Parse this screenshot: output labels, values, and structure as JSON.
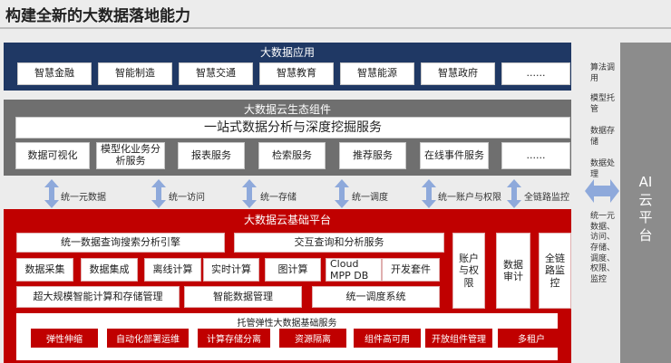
{
  "title": "构建全新的大数据落地能力",
  "app_layer": {
    "title": "大数据应用",
    "items": [
      "智慧金融",
      "智能制造",
      "智慧交通",
      "智慧教育",
      "智慧能源",
      "智慧政府",
      "......"
    ]
  },
  "eco_layer": {
    "title": "大数据云生态组件",
    "main": "一站式数据分析与深度挖掘服务",
    "items": [
      "数据可视化",
      "模型化业务分析服务",
      "报表服务",
      "检索服务",
      "推荐服务",
      "在线事件服务",
      "......"
    ]
  },
  "arrows": [
    "统一元数据",
    "统一访问",
    "统一存储",
    "统一调度",
    "统一账户与权限",
    "全链路监控"
  ],
  "platform": {
    "title": "大数据云基础平台",
    "engine": "统一数据查询搜索分析引擎",
    "interactive": "交互查询和分析服务",
    "row2": [
      "数据采集",
      "数据集成",
      "离线计算",
      "实时计算",
      "图计算",
      "Cloud MPP DB",
      "开发套件"
    ],
    "row3": [
      "超大规模智能计算和存储管理",
      "智能数据管理",
      "统一调度系统"
    ],
    "side_boxes": [
      "账户与权限",
      "数据审计",
      "全链路监控"
    ],
    "hosted": {
      "title": "托管弹性大数据基础服务",
      "items": [
        "弹性伸缩",
        "自动化部署运维",
        "计算存储分离",
        "资源隔离",
        "组件高可用",
        "开放组件管理",
        "多租户"
      ]
    }
  },
  "ai_cloud": {
    "label": "AI云平台",
    "side_labels": [
      "算法调用",
      "模型托管",
      "数据存储",
      "数据处理"
    ],
    "bottom_label": "统一元数据、访问、存储、调度、权限、监控"
  },
  "colors": {
    "app": "#1f3864",
    "eco": "#6f6f6f",
    "platform": "#c00000",
    "arrow": "#8ea9db",
    "ai": "#8c8c8c"
  }
}
